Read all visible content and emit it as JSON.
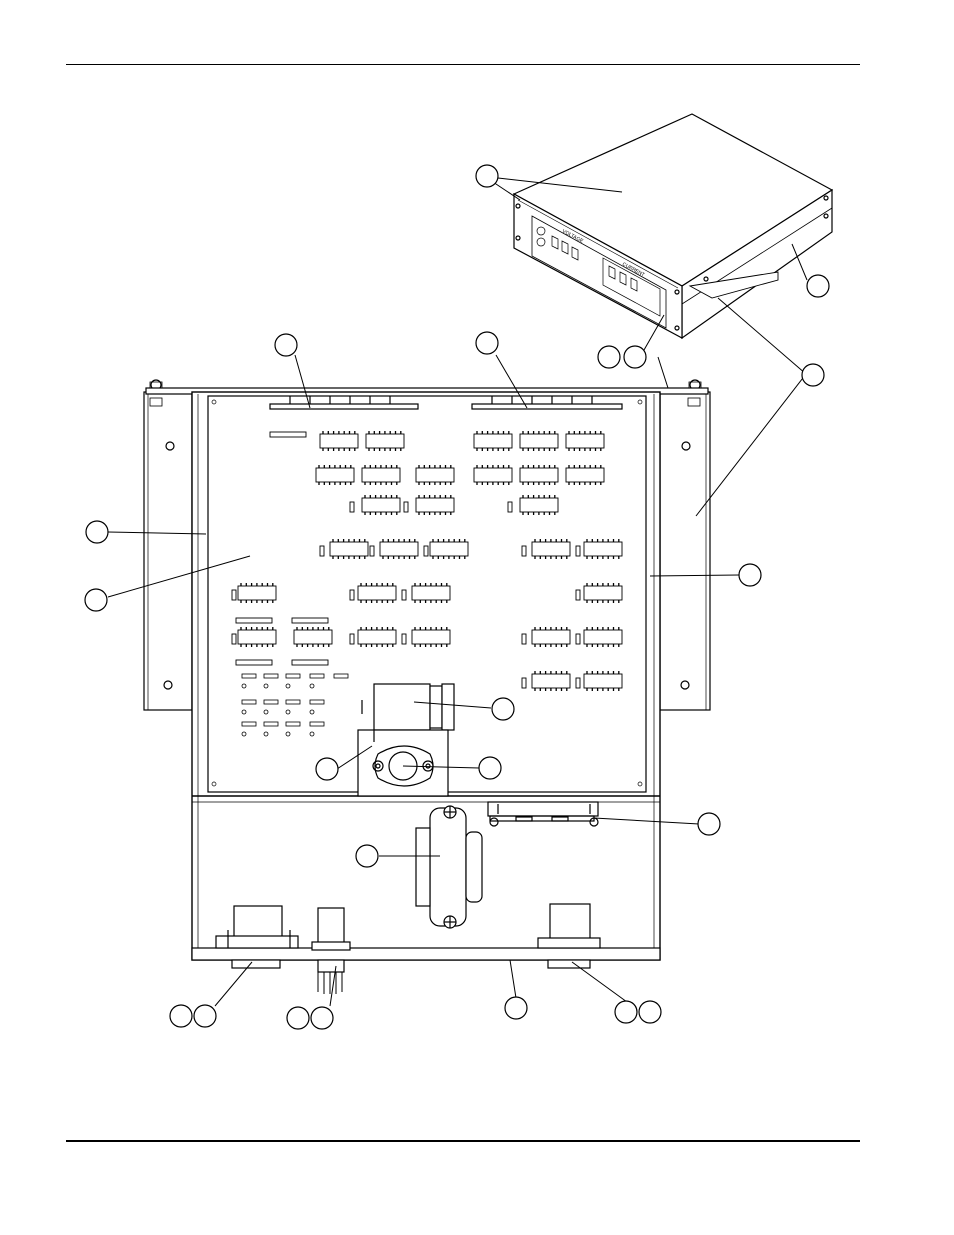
{
  "header_rule": "",
  "footer_rule": "",
  "unit_front_panel": {
    "voltage_label": "VOLTAGE",
    "current_label": "CURRENT"
  },
  "callouts": [
    {
      "id": "callout-top-cover",
      "label": ""
    },
    {
      "id": "callout-side-panel",
      "label": ""
    },
    {
      "id": "callout-front-a",
      "label": ""
    },
    {
      "id": "callout-front-b",
      "label": ""
    },
    {
      "id": "callout-bracket",
      "label": ""
    },
    {
      "id": "callout-connector-left",
      "label": ""
    },
    {
      "id": "callout-connector-right",
      "label": ""
    },
    {
      "id": "callout-left-rail",
      "label": ""
    },
    {
      "id": "callout-pcb",
      "label": ""
    },
    {
      "id": "callout-right-rail",
      "label": ""
    },
    {
      "id": "callout-capacitor",
      "label": ""
    },
    {
      "id": "callout-heatsink",
      "label": ""
    },
    {
      "id": "callout-transistor",
      "label": ""
    },
    {
      "id": "callout-dsub",
      "label": ""
    },
    {
      "id": "callout-transformer",
      "label": ""
    },
    {
      "id": "callout-conn1-a",
      "label": ""
    },
    {
      "id": "callout-conn1-b",
      "label": ""
    },
    {
      "id": "callout-pot-a",
      "label": ""
    },
    {
      "id": "callout-pot-b",
      "label": ""
    },
    {
      "id": "callout-chassis",
      "label": ""
    },
    {
      "id": "callout-conn2-a",
      "label": ""
    },
    {
      "id": "callout-conn2-b",
      "label": ""
    }
  ]
}
